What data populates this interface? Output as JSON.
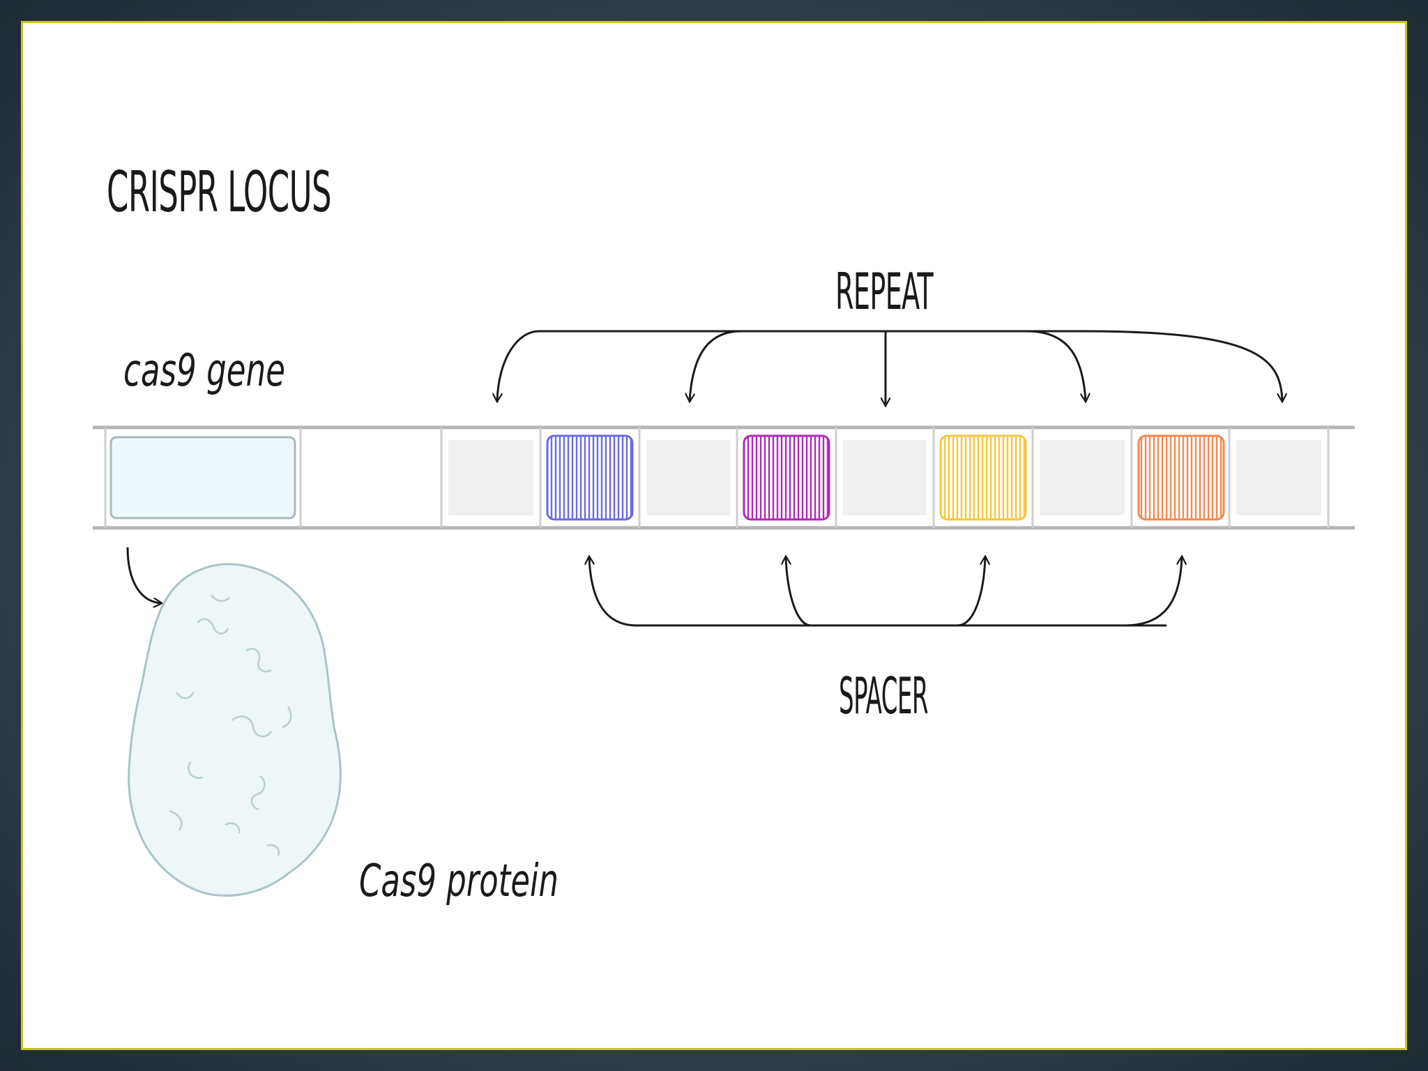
{
  "diagram": {
    "title": "CRISPR LOCUS",
    "gene_label": "cas9 gene",
    "protein_label": "Cas9 protein",
    "repeat_label": "REPEAT",
    "spacer_label": "SPACER"
  },
  "colors": {
    "gene_fill": "#eef7f9",
    "protein_fill": "#eef6f8",
    "repeat_fill": "#f0f0f0",
    "strand_line": "#b5b5b5",
    "spacer_1": "#6a6ae0",
    "spacer_2": "#b02ab8",
    "spacer_3": "#f7c63a",
    "spacer_4": "#f28a50"
  },
  "segments": [
    {
      "kind": "gene"
    },
    {
      "kind": "gap"
    },
    {
      "kind": "repeat"
    },
    {
      "kind": "spacer",
      "color": "#6a6ae0"
    },
    {
      "kind": "repeat"
    },
    {
      "kind": "spacer",
      "color": "#b02ab8"
    },
    {
      "kind": "repeat"
    },
    {
      "kind": "spacer",
      "color": "#f7c63a"
    },
    {
      "kind": "repeat"
    },
    {
      "kind": "spacer",
      "color": "#f28a50"
    },
    {
      "kind": "repeat"
    }
  ]
}
